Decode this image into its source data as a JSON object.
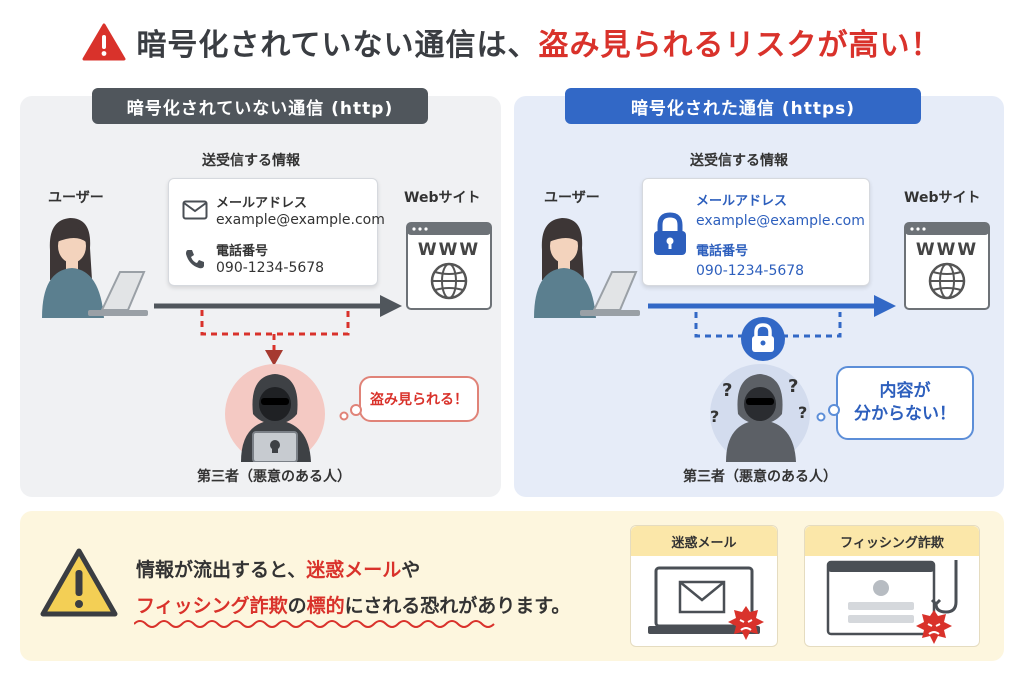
{
  "title": {
    "main": "暗号化されていない通信は、",
    "accent": "盗み見られるリスクが高い！"
  },
  "http_panel": {
    "header": "暗号化されていない通信 (http)",
    "info_title": "送受信する情報",
    "user_label": "ユーザー",
    "website_label": "Webサイト",
    "email_label": "メールアドレス",
    "email_value": "example@example.com",
    "phone_label": "電話番号",
    "phone_value": "090-1234-5678",
    "www": "WWW",
    "bubble": "盗み見られる！",
    "third_party": "第三者（悪意のある人）"
  },
  "https_panel": {
    "header": "暗号化された通信 (https)",
    "info_title": "送受信する情報",
    "user_label": "ユーザー",
    "website_label": "Webサイト",
    "email_label": "メールアドレス",
    "email_value": "example@example.com",
    "phone_label": "電話番号",
    "phone_value": "090-1234-5678",
    "www": "WWW",
    "bubble_line1": "内容が",
    "bubble_line2": "分からない！",
    "third_party": "第三者（悪意のある人）"
  },
  "warning": {
    "line1_pre": "情報が流出すると、",
    "line1_red": "迷惑メール",
    "line1_post": "や",
    "line2_red": "フィッシング詐欺",
    "line2_mid": "の",
    "line2_bold": "標的",
    "line2_post": "にされる恐れがあります。"
  },
  "spam_card": {
    "title": "迷惑メール"
  },
  "phishing_card": {
    "title": "フィッシング詐欺"
  },
  "colors": {
    "danger": "#d9322b",
    "secure": "#3268c6",
    "neutral_header": "#50565c",
    "warning_bg": "#fdf6de"
  }
}
